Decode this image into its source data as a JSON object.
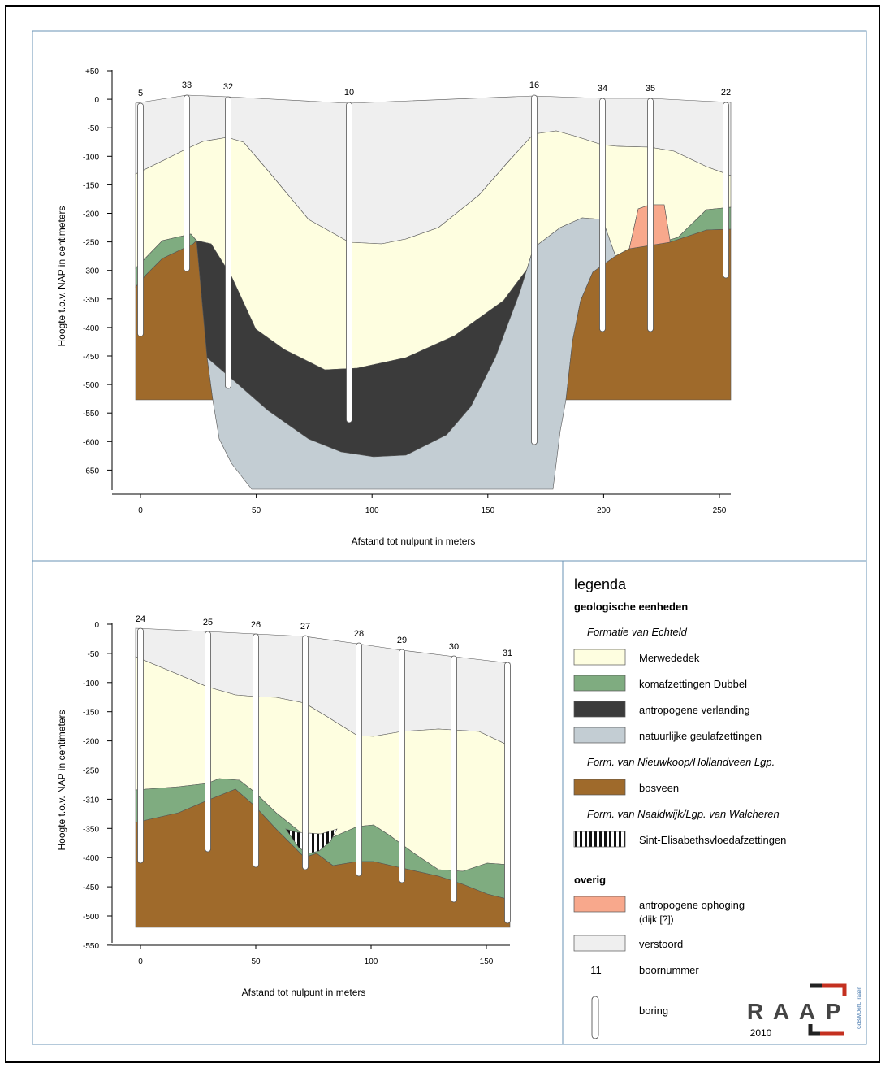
{
  "colors": {
    "verstoord": "#efefef",
    "merwede": "#fefee0",
    "dubbel": "#7fac80",
    "verlanding": "#3b3b3b",
    "geul": "#c3cdd3",
    "bosveen": "#9f6a2b",
    "ophoging": "#f8a88c",
    "frame_line": "#6a93b6"
  },
  "section1": {
    "ylabel": "Hoogte t.o.v. NAP in centimeters",
    "xlabel": "Afstand tot nulpunt in meters",
    "y_ticks": [
      "+50",
      "0",
      "-50",
      "-100",
      "-150",
      "-200",
      "-250",
      "-300",
      "-350",
      "-400",
      "-450",
      "-500",
      "-550",
      "-600",
      "-650"
    ],
    "x_ticks": [
      "0",
      "50",
      "100",
      "150",
      "200",
      "250"
    ],
    "boreholes": [
      "5",
      "33",
      "32",
      "10",
      "16",
      "34",
      "35",
      "22"
    ]
  },
  "section2": {
    "ylabel": "Hoogte t.o.v. NAP in centimeters",
    "xlabel": "Afstand tot nulpunt in meters",
    "y_ticks": [
      "0",
      "-50",
      "-100",
      "-150",
      "-200",
      "-250",
      "-310",
      "-350",
      "-400",
      "-450",
      "-500",
      "-550"
    ],
    "x_ticks": [
      "0",
      "50",
      "100",
      "150"
    ],
    "boreholes": [
      "24",
      "25",
      "26",
      "27",
      "28",
      "29",
      "30",
      "31"
    ]
  },
  "legend": {
    "title": "legenda",
    "heading": "geologische eenheden",
    "group1": "Formatie van Echteld",
    "merwede": "Merwededek",
    "dubbel": "komafzettingen Dubbel",
    "verlanding": "antropogene verlanding",
    "geul": "natuurlijke geulafzettingen",
    "group2": "Form. van Nieuwkoop/Hollandveen Lgp.",
    "bosveen": "bosveen",
    "group3": "Form. van Naaldwijk/Lgp. van Walcheren",
    "elisabeth": "Sint-Elisabethsvloedafzettingen",
    "overig": "overig",
    "ophoging_1": "antropogene ophoging",
    "ophoging_2": "(dijk [?])",
    "verstoord": "verstoord",
    "boornummer_sample": "11",
    "boornummer": "boornummer",
    "boring": "boring"
  },
  "logo": {
    "letters": [
      "R",
      "A",
      "A",
      "P"
    ],
    "year": "2010",
    "side_text": "GdB/MDohL_raaen"
  }
}
